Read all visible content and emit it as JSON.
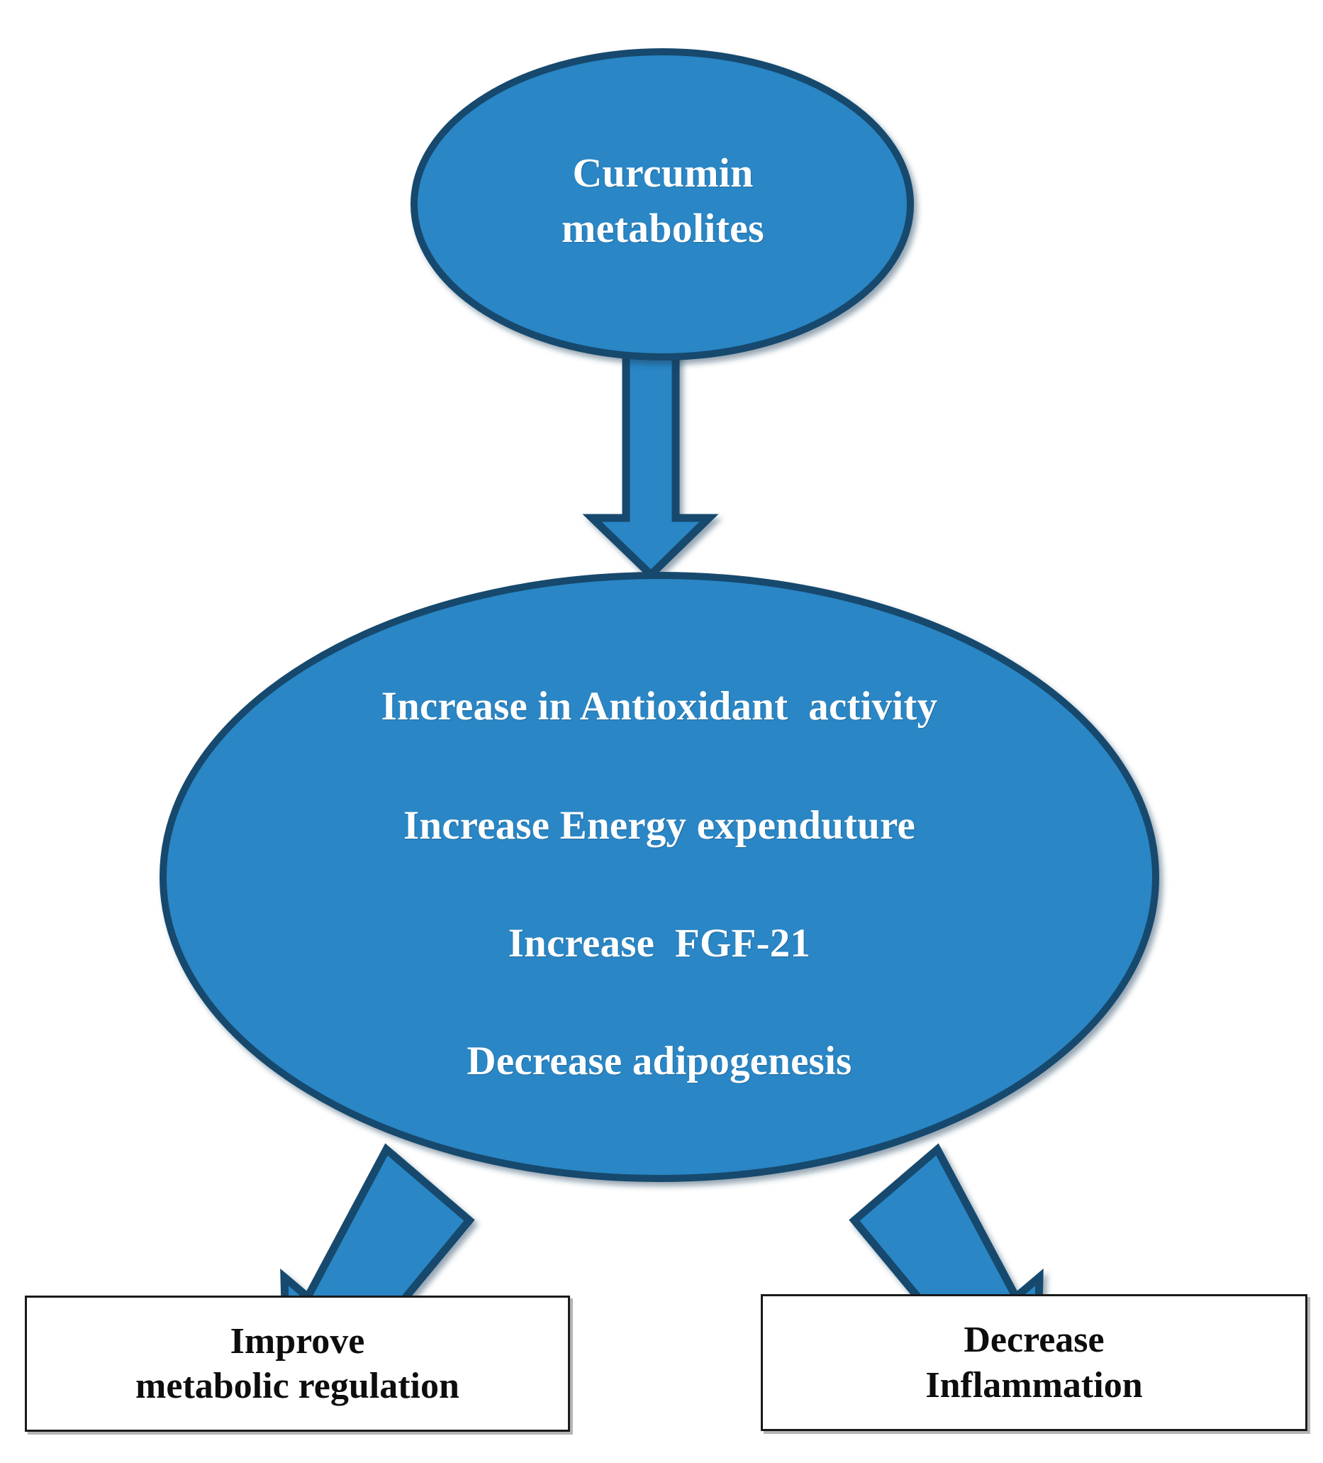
{
  "diagram": {
    "type": "flowchart",
    "title": "Curcumin metabolites metabolic effects flowchart",
    "colors": {
      "node_fill": "#2b86c5",
      "node_stroke": "#16486d",
      "arrow_fill": "#2b86c5",
      "arrow_stroke": "#16486d",
      "box_fill": "#ffffff",
      "box_stroke": "#1a1a1a",
      "node_text": "#ffffff",
      "box_text": "#0d0d0d",
      "background": "#ffffff"
    },
    "nodes": {
      "source": {
        "shape": "ellipse",
        "label": "Curcumin\nmetabolites"
      },
      "effects": {
        "shape": "ellipse",
        "lines": [
          "Increase in Antioxidant  activity",
          "Increase Energy expenduture",
          "Increase  FGF-21",
          "Decrease adipogenesis"
        ]
      },
      "outcome_left": {
        "shape": "rectangle",
        "label": "Improve\nmetabolic regulation"
      },
      "outcome_right": {
        "shape": "rectangle",
        "label": "Decrease\nInflammation"
      }
    },
    "edges": [
      {
        "name": "source-to-effects",
        "from": "source",
        "to": "effects",
        "style": "block-arrow",
        "direction": "down"
      },
      {
        "name": "effects-to-outcome-left",
        "from": "effects",
        "to": "outcome_left",
        "style": "block-arrow",
        "direction": "down-left"
      },
      {
        "name": "effects-to-outcome-right",
        "from": "effects",
        "to": "outcome_right",
        "style": "block-arrow",
        "direction": "down-right"
      }
    ]
  }
}
